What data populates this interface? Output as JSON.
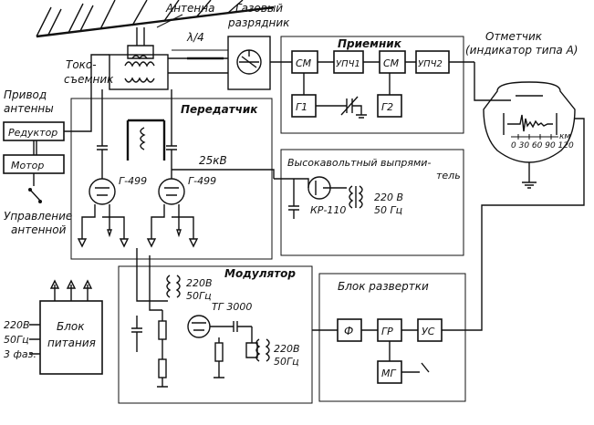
{
  "labels": {
    "antenna": "Антенна",
    "gas_discharger_1": "Газовый",
    "gas_discharger_2": "разрядник",
    "lambda": "λ/4",
    "current_collector_1": "Токо-",
    "current_collector_2": "съемник",
    "drive_1": "Привод",
    "drive_2": "антенны",
    "reducer": "Редуктор",
    "motor": "Мотор",
    "antenna_control_1": "Управление",
    "antenna_control_2": "антенной",
    "receiver": "Приемник",
    "mixer1": "СМ",
    "ifa1": "УПЧ1",
    "mixer2": "СМ",
    "ifa2": "УПЧ2",
    "g1": "Г1",
    "g2": "Г2",
    "marker_1": "Отметчик",
    "marker_2": "(индикатор типа А)",
    "scale_unit": "км",
    "scale_values": "0 30 60 90 120",
    "transmitter": "Передатчик",
    "kv25": "25кВ",
    "tube_left": "Г-499",
    "tube_right": "Г-499",
    "hv_rectifier_1": "Высокавольтный выпрями-",
    "hv_rectifier_2": "тель",
    "kr110": "КР-110",
    "v220_a": "220 В",
    "hz50_a": "50 Гц",
    "modulator": "Модулятор",
    "v220_b": "220В",
    "hz50_b": "50Гц",
    "tg3000": "ТГ 3000",
    "v220_c": "220В",
    "hz50_c": "50Гц",
    "sweep_unit": "Блок развертки",
    "f": "Ф",
    "gr": "ГР",
    "us": "УС",
    "mg": "МГ",
    "psu_in_v": "220В",
    "psu_in_hz": "50Гц",
    "psu_in_phase": "3 фаз.",
    "psu_1": "Блок",
    "psu_2": "питания"
  }
}
